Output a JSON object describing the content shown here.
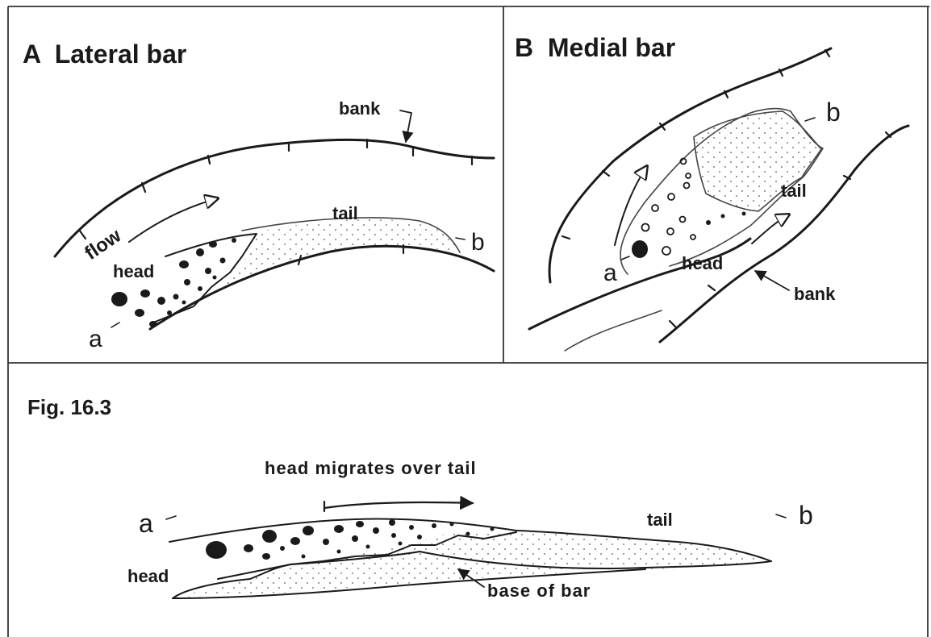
{
  "figure": {
    "caption": "Fig. 16.3",
    "panel_a": {
      "title": "A  Lateral bar",
      "labels": {
        "bank": "bank",
        "flow": "flow",
        "tail": "tail",
        "head": "head",
        "a": "a",
        "b": "b"
      }
    },
    "panel_b": {
      "title": "B  Medial bar",
      "labels": {
        "b": "b",
        "tail": "tail",
        "a": "a",
        "head": "head",
        "bank": "bank"
      }
    },
    "panel_c": {
      "labels": {
        "migration": "head migrates over tail",
        "a": "a",
        "b": "b",
        "tail": "tail",
        "head": "head",
        "base": "base of bar"
      }
    }
  }
}
